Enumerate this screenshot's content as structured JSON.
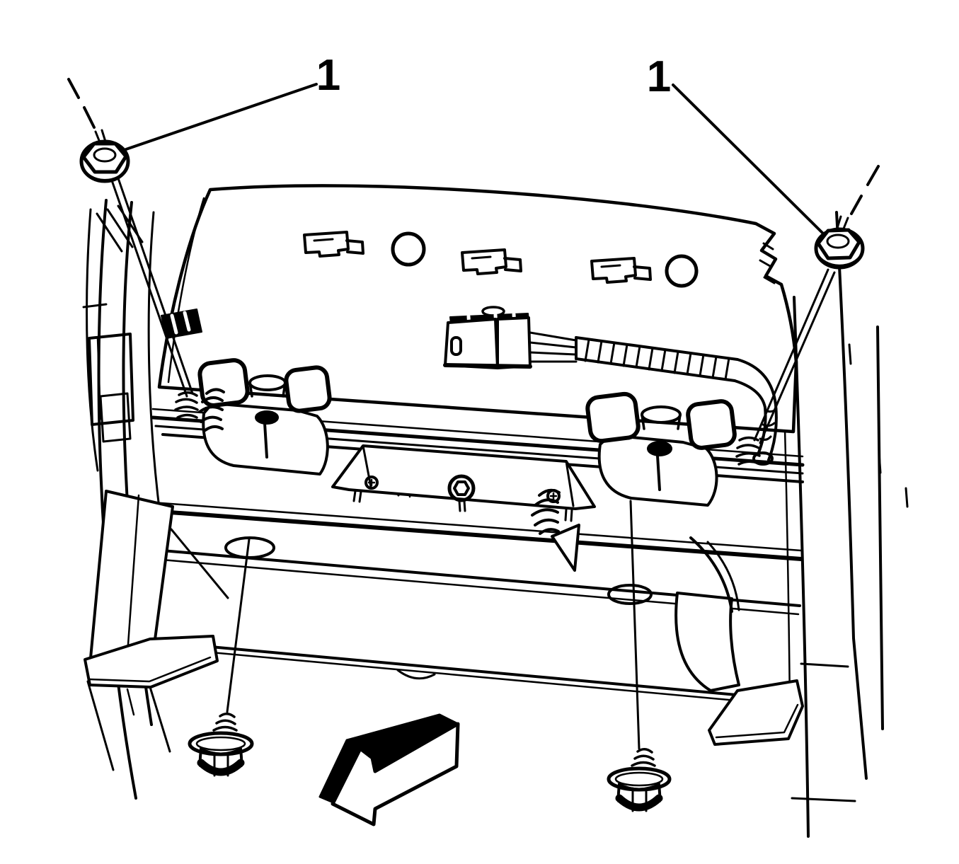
{
  "figure": {
    "background_color": "#ffffff",
    "line_color": "#000000",
    "callouts": [
      {
        "label": "1"
      },
      {
        "label": "1"
      }
    ],
    "parts": [
      "fastener-nut-washer-left",
      "fastener-nut-washer-right",
      "seat-cushion-panel",
      "harness-connector",
      "corrugated-conduit",
      "seat-frame-rails",
      "seat-latch-left",
      "seat-latch-right",
      "center-bracket",
      "front-crossmember",
      "mounting-bolt-lower-left",
      "mounting-bolt-lower-right",
      "direction-arrow"
    ]
  }
}
